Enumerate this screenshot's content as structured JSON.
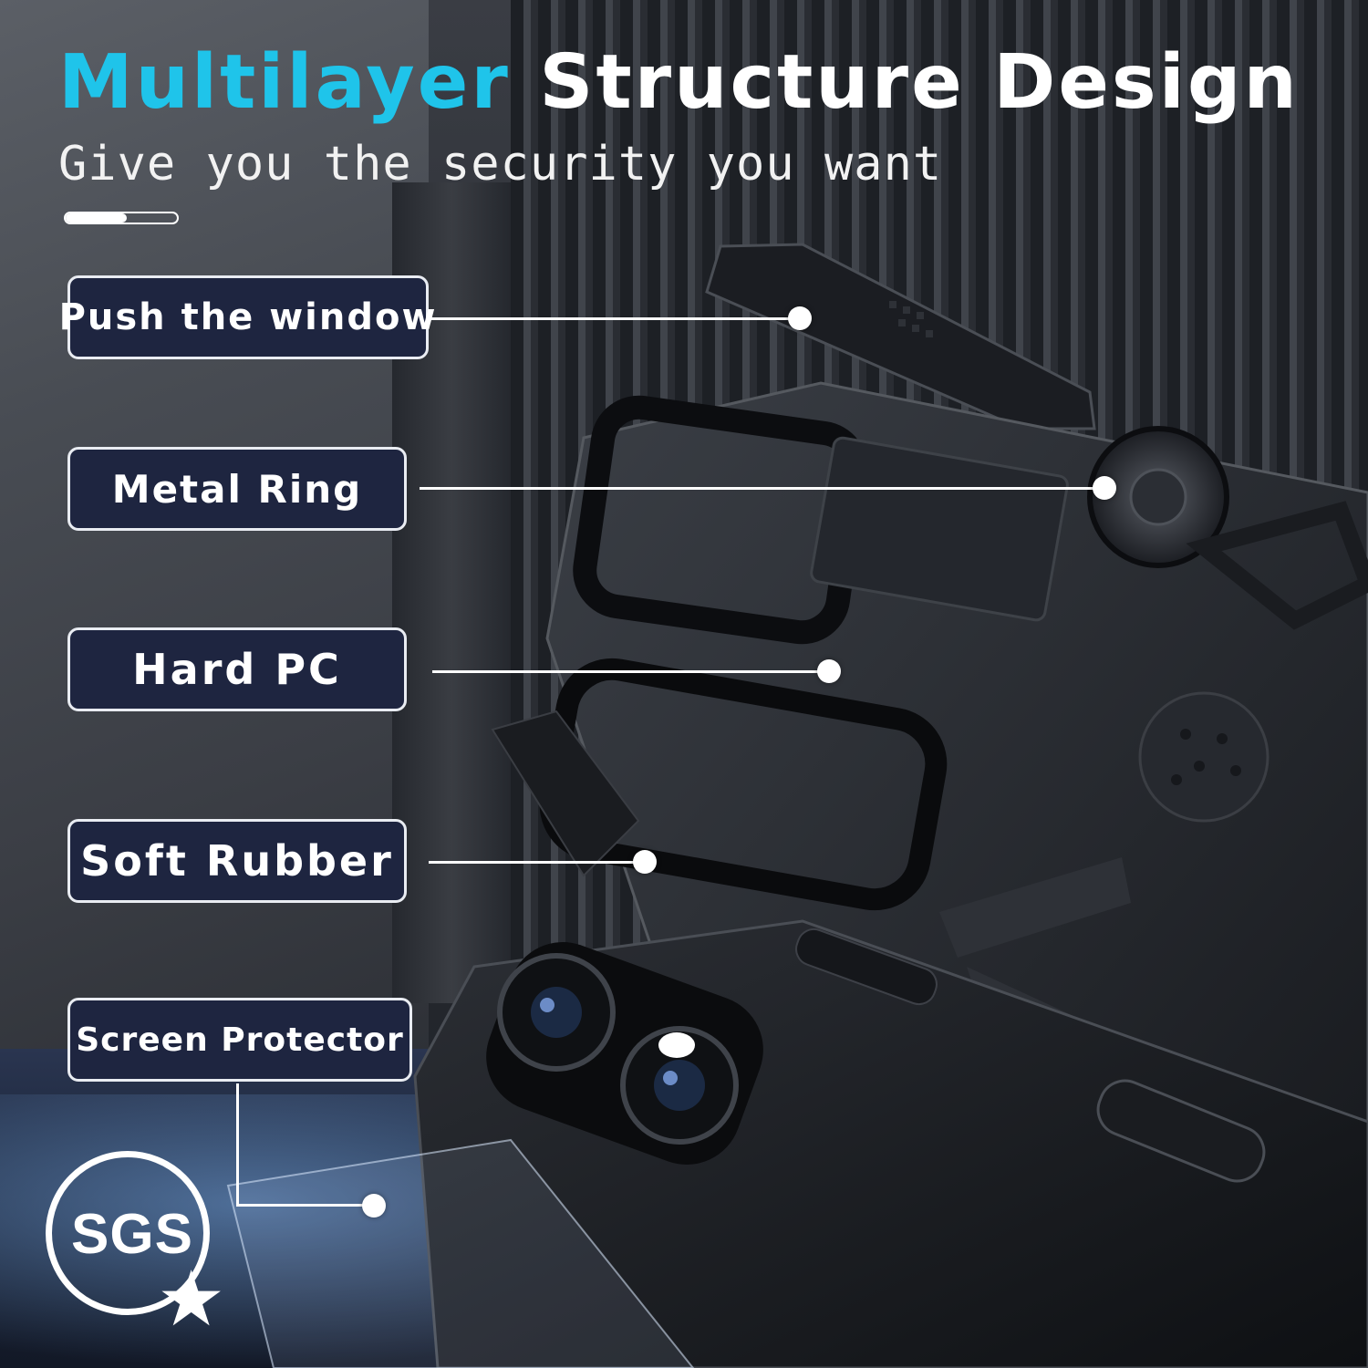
{
  "headline": {
    "accent": "Multilayer",
    "rest": "Structure Design"
  },
  "subtitle": "Give you the security you want",
  "progress_indicator": {
    "fraction": 0.55
  },
  "layers": [
    {
      "label": "Push the window"
    },
    {
      "label": "Metal Ring"
    },
    {
      "label": "Hard PC"
    },
    {
      "label": "Soft Rubber"
    },
    {
      "label": "Screen Protector"
    }
  ],
  "badge": {
    "text": "SGS",
    "icon": "star-icon"
  },
  "colors": {
    "accent": "#1fc4ea",
    "label_bg": "#1e2540",
    "text": "#ffffff"
  }
}
